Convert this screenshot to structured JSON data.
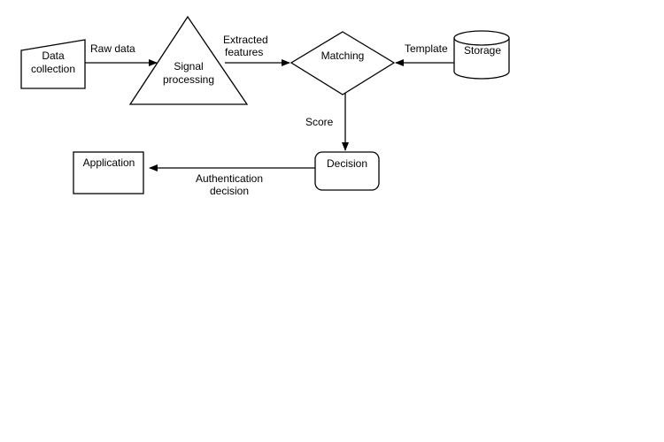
{
  "diagram": {
    "nodes": {
      "data_collection": {
        "line1": "Data",
        "line2": "collection"
      },
      "signal_processing": {
        "line1": "Signal",
        "line2": "processing"
      },
      "matching": {
        "label": "Matching"
      },
      "storage": {
        "label": "Storage"
      },
      "decision": {
        "label": "Decision"
      },
      "application": {
        "label": "Application"
      }
    },
    "edges": {
      "raw_data": {
        "label": "Raw data"
      },
      "extracted_features": {
        "line1": "Extracted",
        "line2": "features"
      },
      "template": {
        "label": "Template"
      },
      "score": {
        "label": "Score"
      },
      "authentication_decision": {
        "line1": "Authentication",
        "line2": "decision"
      }
    }
  }
}
